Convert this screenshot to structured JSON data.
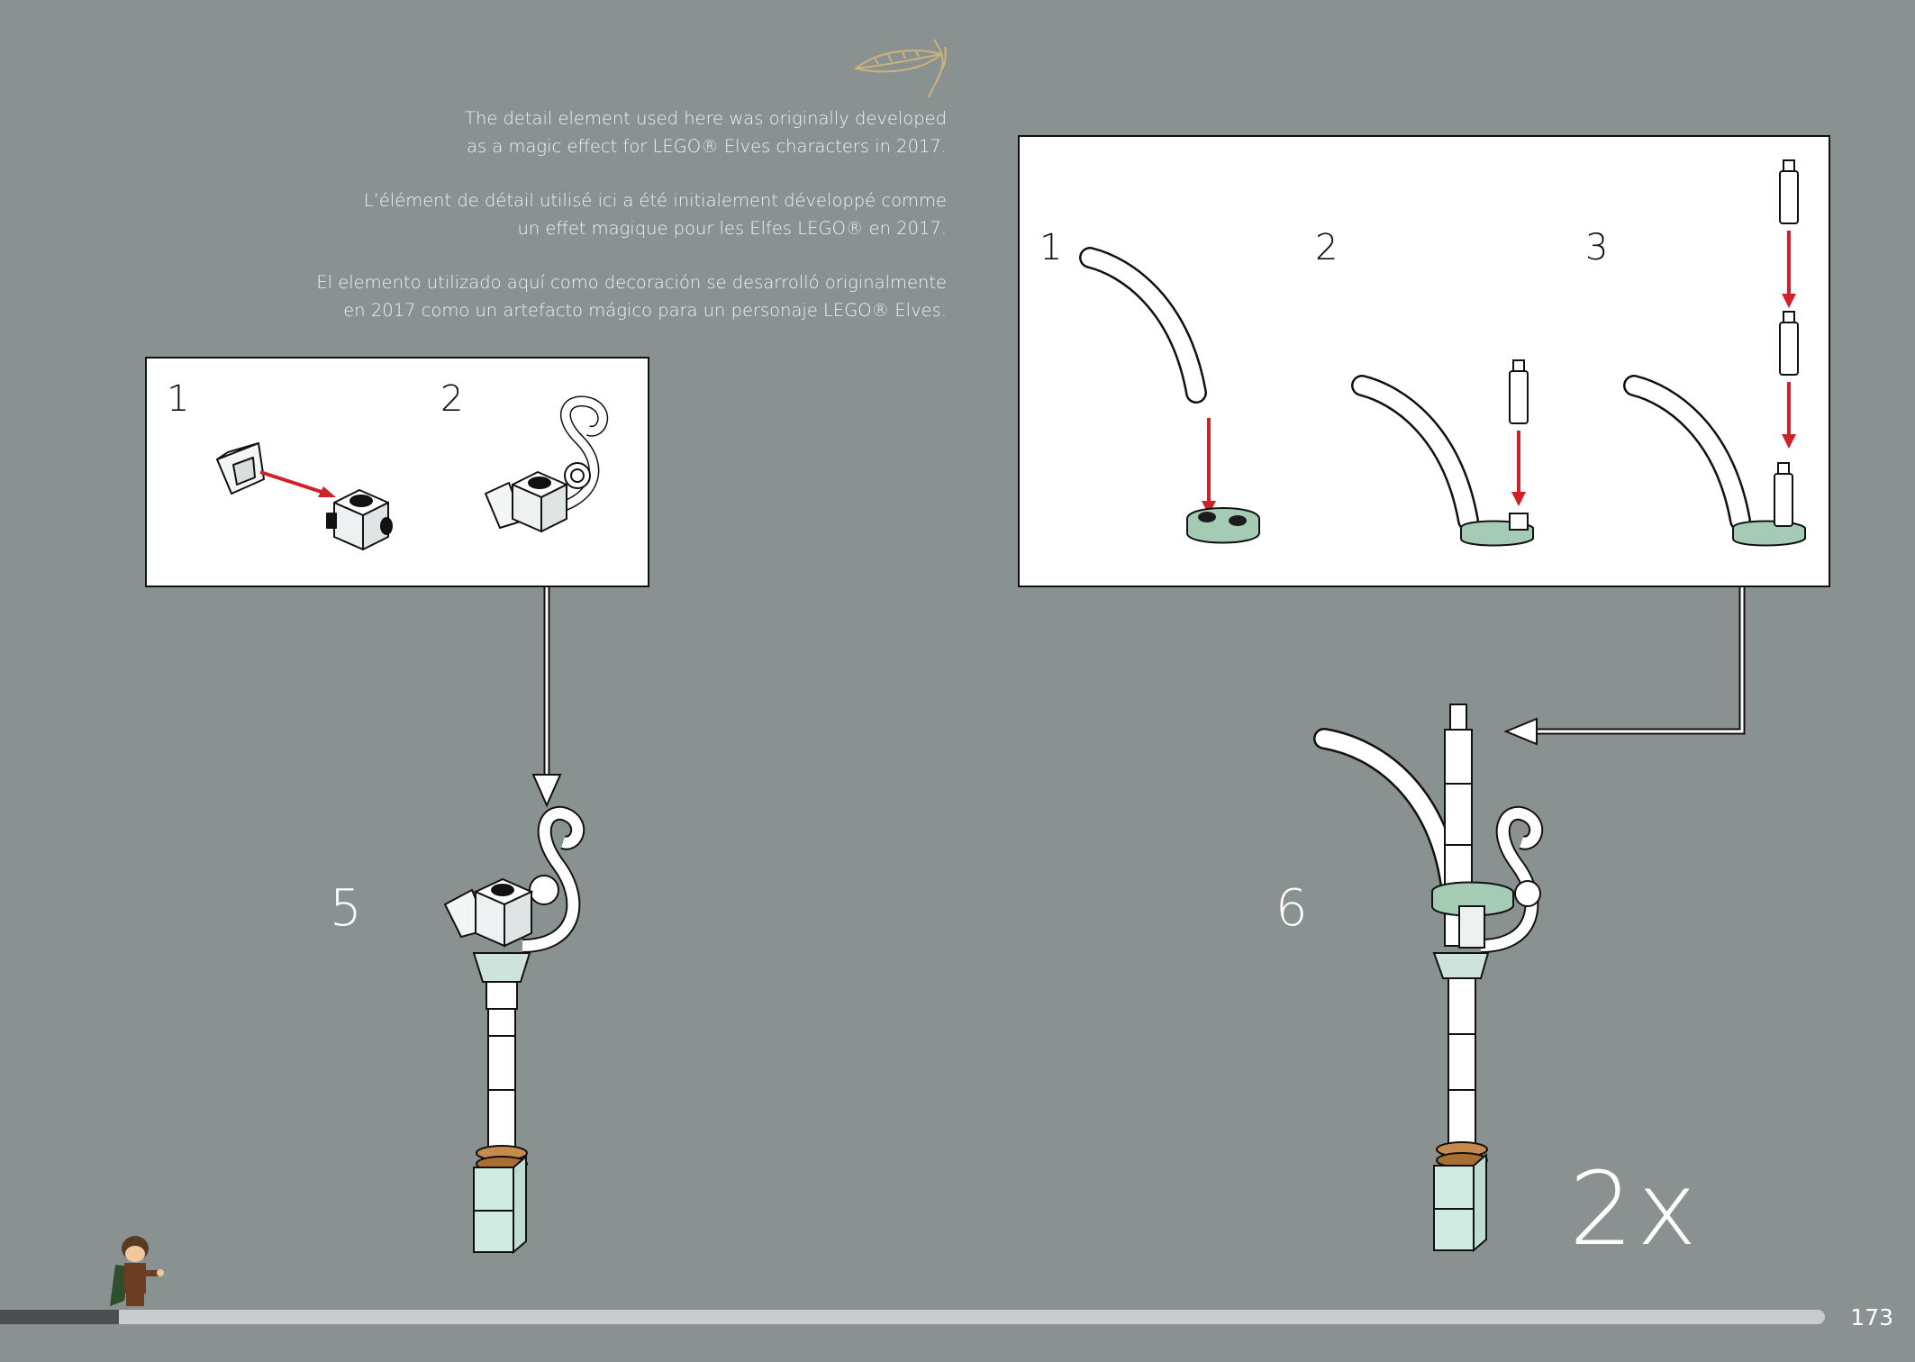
{
  "note": {
    "en": [
      "The detail element used here was originally developed",
      "as a magic effect for LEGO® Elves characters in 2017."
    ],
    "fr": [
      "L’élément de détail utilisé ici a été initialement développé comme",
      "un effet magique pour les Elfes LEGO® en 2017."
    ],
    "es": [
      "El elemento utilizado aquí como decoración se desarrolló originalmente",
      "en 2017 como un artefacto mágico para un personaje LEGO® Elves."
    ]
  },
  "callout_left": {
    "sub_steps": [
      "1",
      "2"
    ]
  },
  "callout_right": {
    "sub_steps": [
      "1",
      "2",
      "3"
    ]
  },
  "steps": {
    "left": "5",
    "right": "6"
  },
  "multiplier": "2x",
  "page_number": "173",
  "progress": {
    "fraction": 0.065
  },
  "colors": {
    "background": "#8a9191",
    "arrow_red": "#d0202a",
    "sand_green": "#a6cbb4",
    "emblem_gold": "#cdb27a",
    "progress_track": "#c9cccc",
    "progress_fill": "#4b4f50"
  },
  "icons": [
    "elven-leaf-emblem",
    "frodo-minifigure"
  ]
}
